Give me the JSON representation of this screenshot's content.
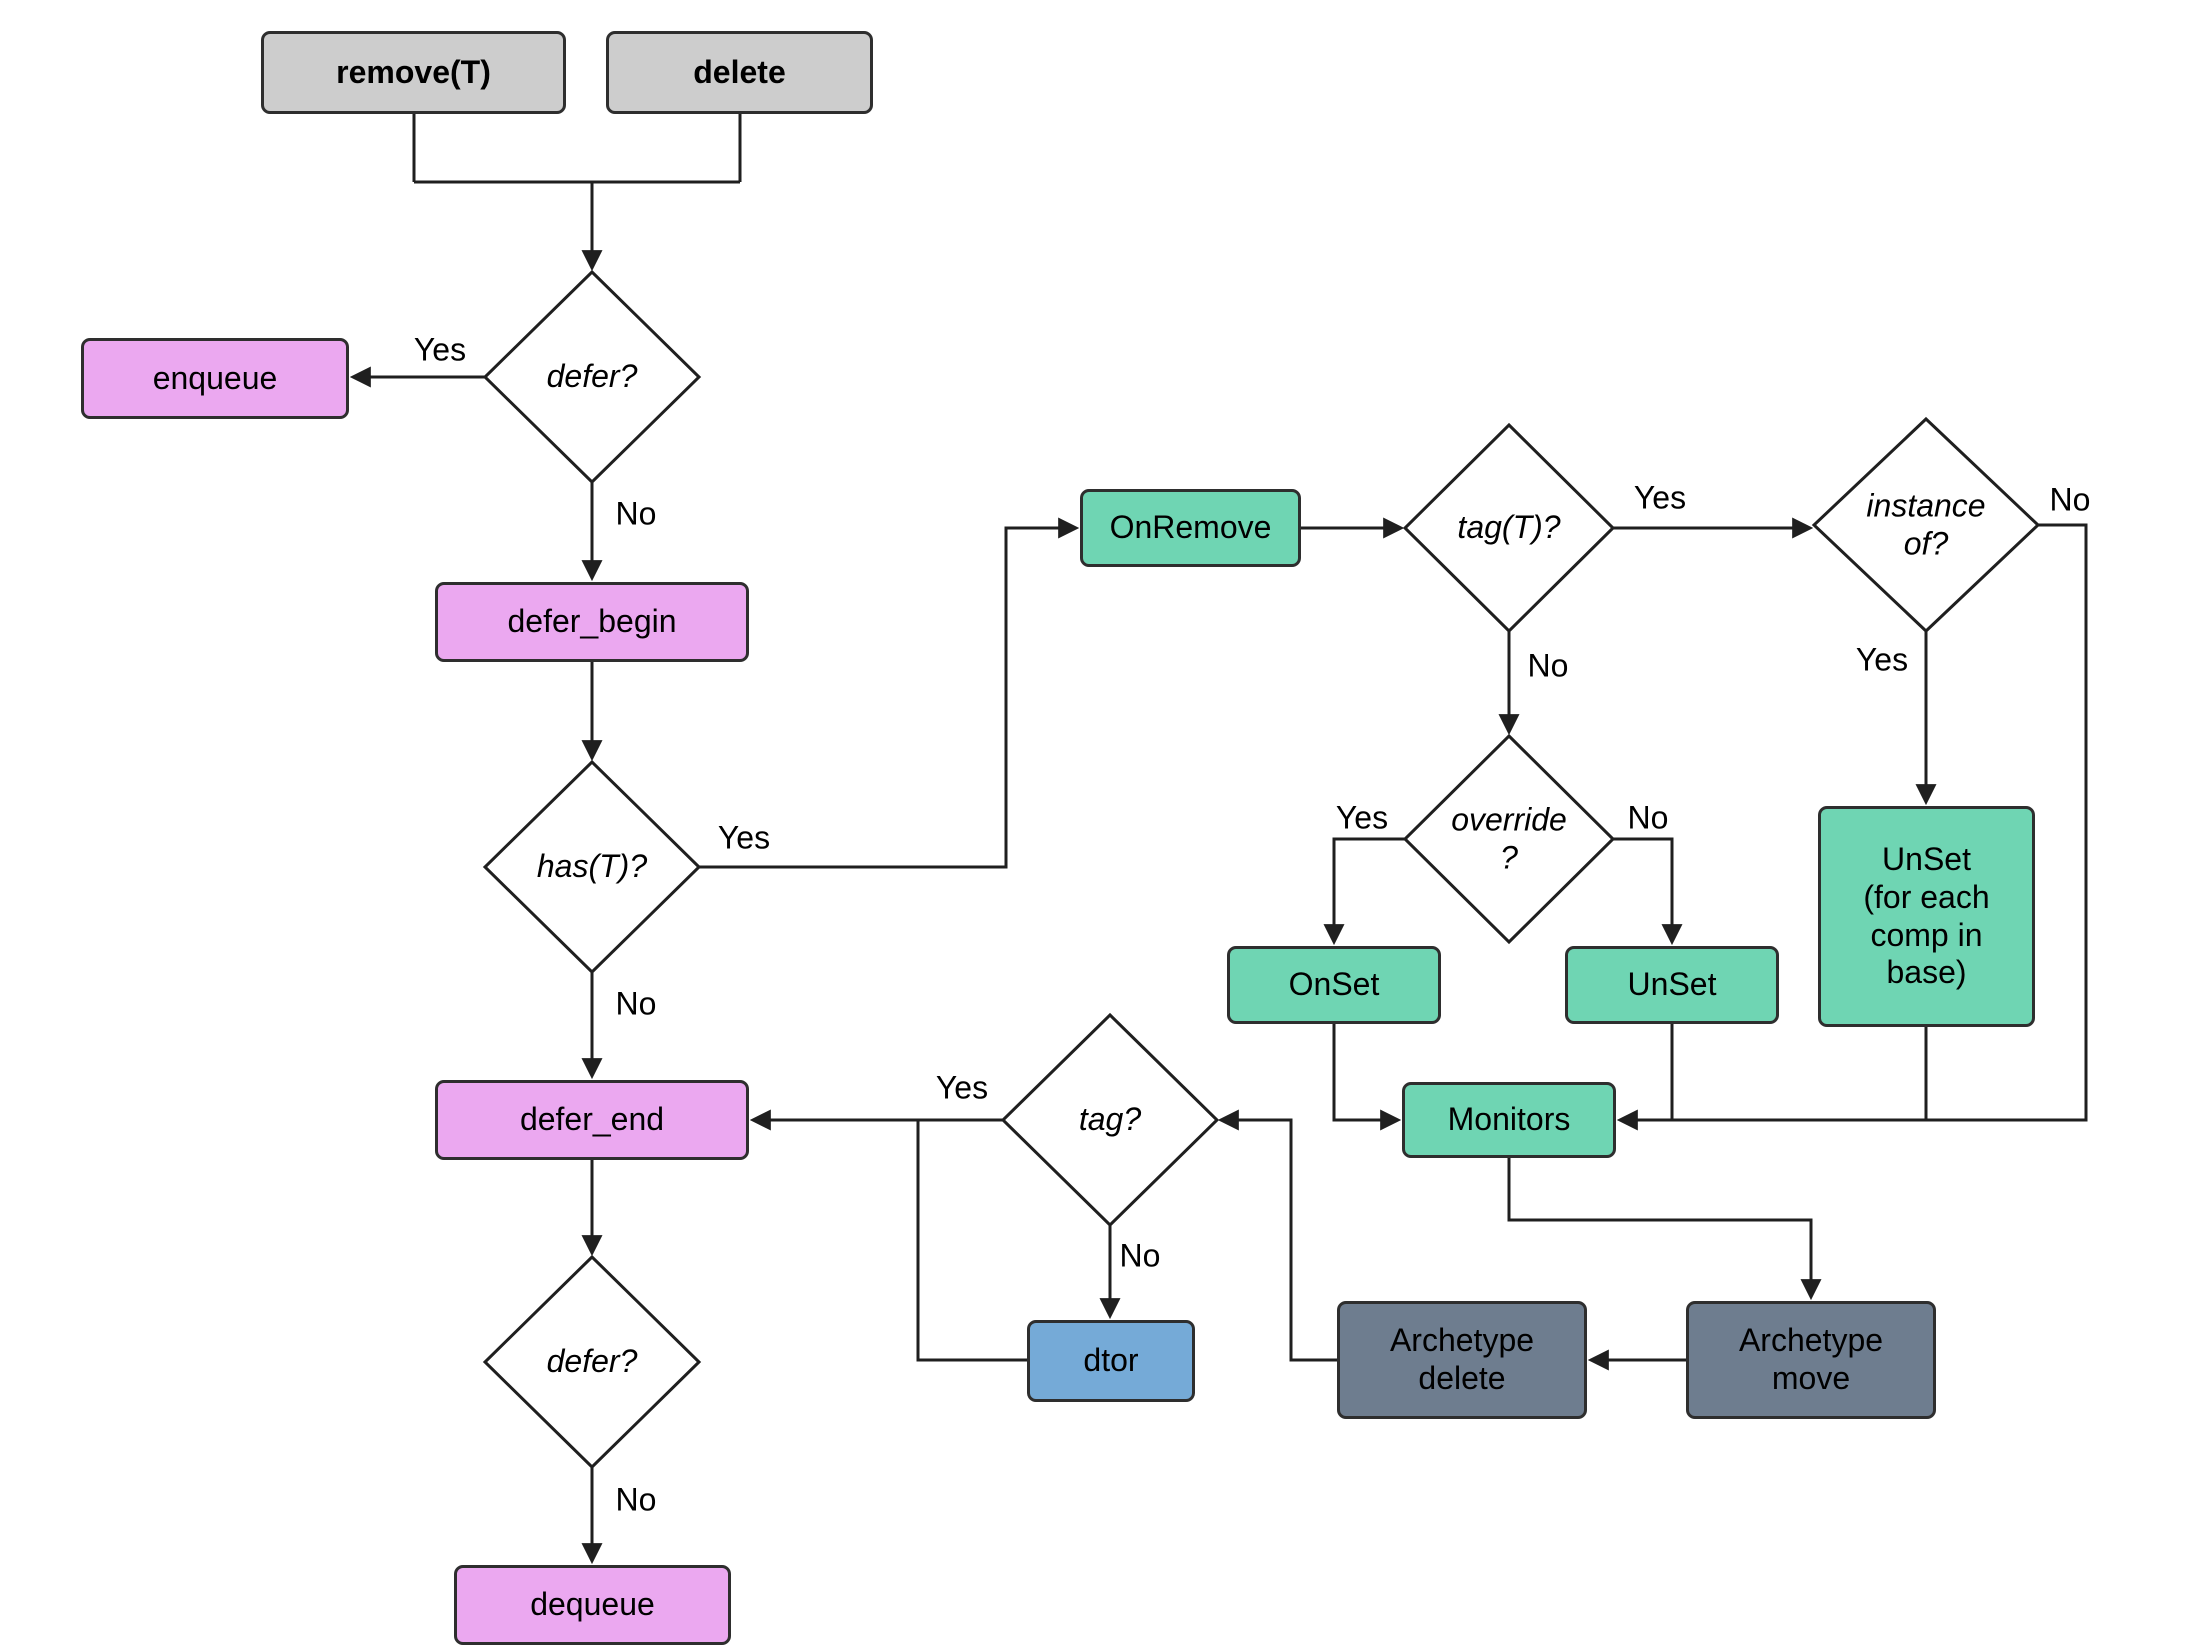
{
  "nodes": {
    "remove": "remove(T)",
    "delete": "delete",
    "enqueue": "enqueue",
    "defer1": "defer?",
    "defer_begin": "defer_begin",
    "has_t": "has(T)?",
    "defer_end": "defer_end",
    "defer2": "defer?",
    "dequeue": "dequeue",
    "onremove": "OnRemove",
    "tag_t": "tag(T)?",
    "instance_of": "instance\nof?",
    "override": "override\n?",
    "onset": "OnSet",
    "unset": "UnSet",
    "unset_base": "UnSet\n(for each\ncomp in\nbase)",
    "monitors": "Monitors",
    "tag": "tag?",
    "dtor": "dtor",
    "archetype_delete": "Archetype\ndelete",
    "archetype_move": "Archetype\nmove"
  },
  "edge_labels": {
    "defer1_yes": "Yes",
    "defer1_no": "No",
    "has_t_yes": "Yes",
    "has_t_no": "No",
    "tag_t_yes": "Yes",
    "tag_t_no": "No",
    "instance_yes": "Yes",
    "instance_no": "No",
    "override_yes": "Yes",
    "override_no": "No",
    "tag_yes": "Yes",
    "tag_no": "No",
    "defer2_no": "No"
  },
  "colors": {
    "box_gray": "#cdcdcd",
    "box_purple": "#eba8f0",
    "box_green": "#6fd5b3",
    "box_blue": "#75aad7",
    "box_slate": "#6e7d8f",
    "diamond_fill": "#ffffff",
    "line": "#1f1f1f"
  }
}
